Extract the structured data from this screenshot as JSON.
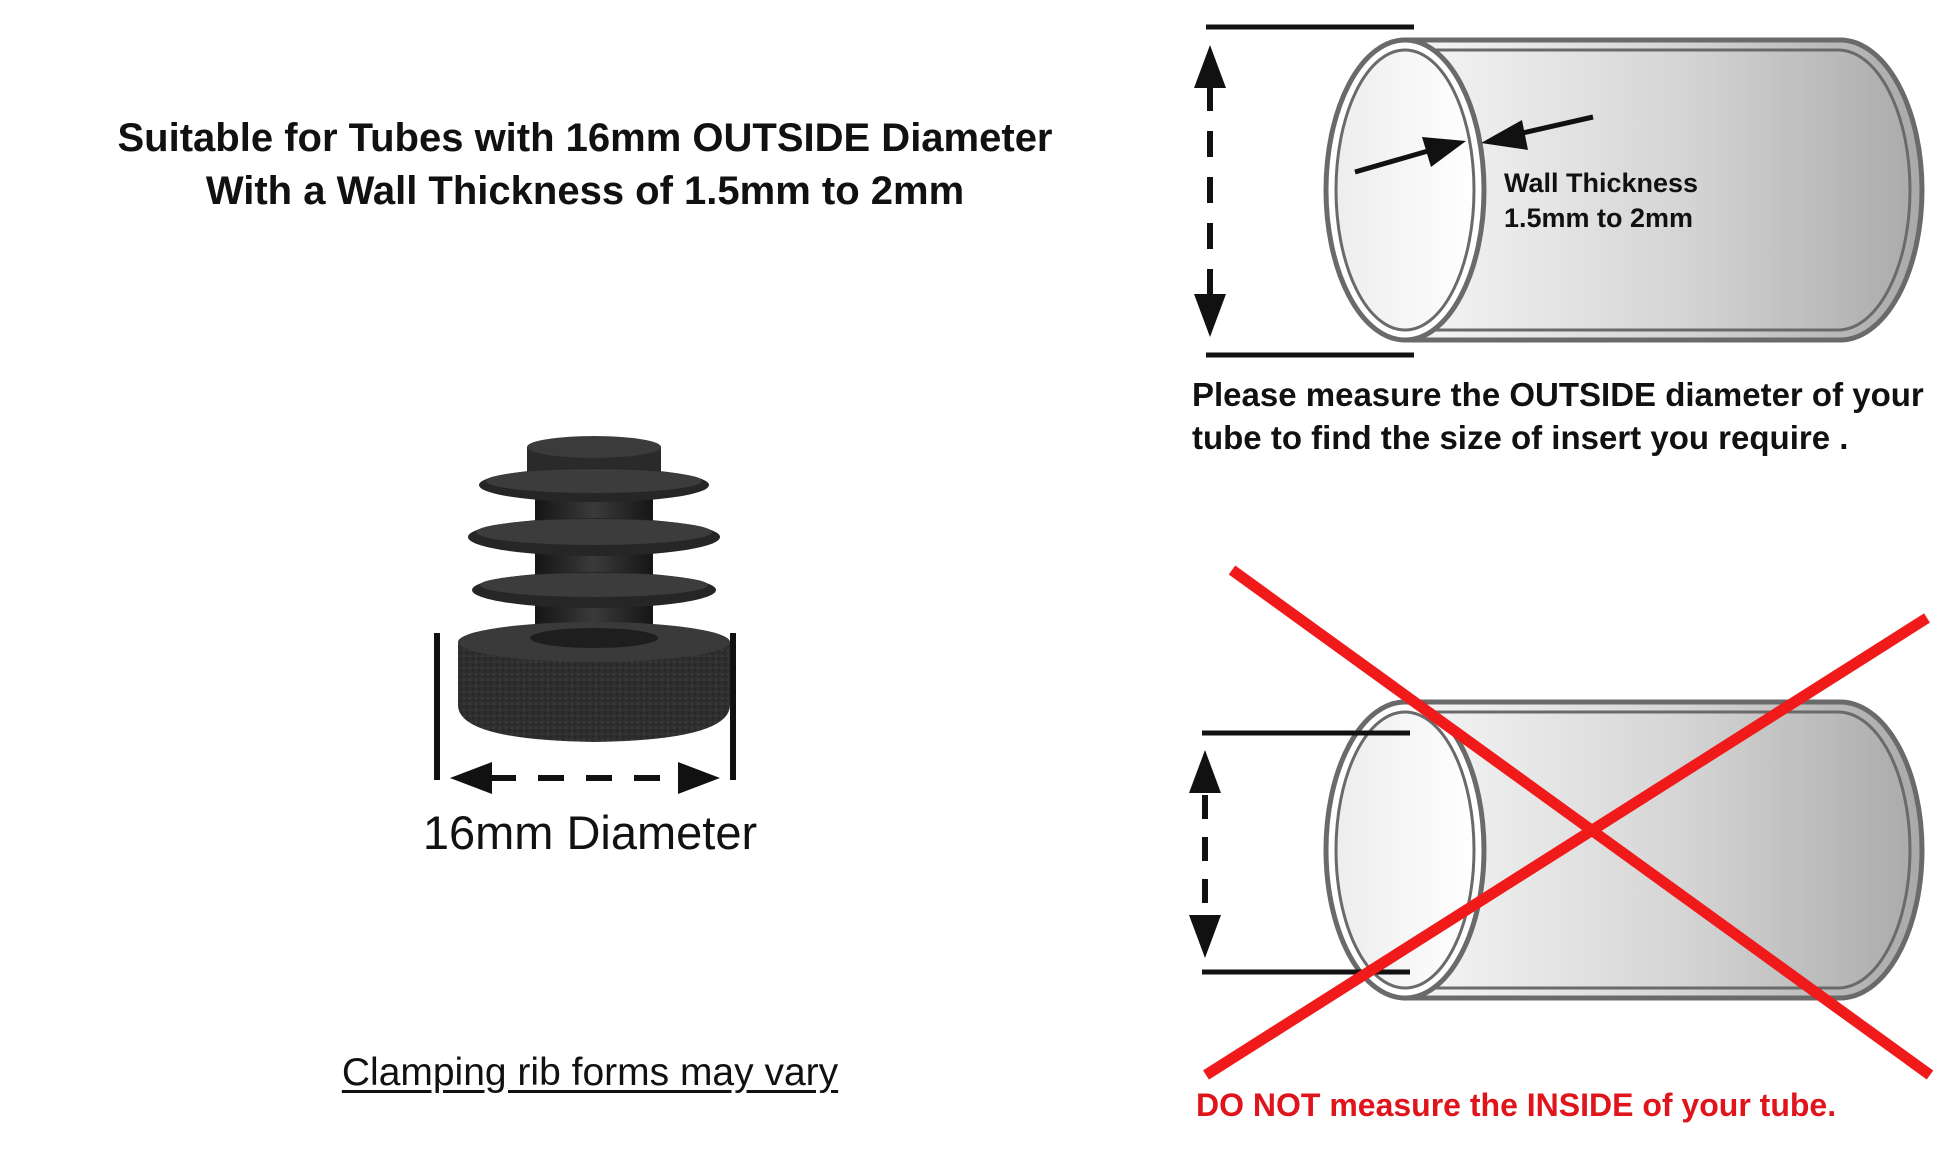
{
  "header": {
    "line1": "Suitable for Tubes with 16mm OUTSIDE Diameter",
    "line2": "With a Wall Thickness of 1.5mm to 2mm"
  },
  "insert": {
    "diameter_label": "16mm Diameter",
    "note": "Clamping rib forms may vary"
  },
  "correct_diagram": {
    "wall_label_line1": "Wall Thickness",
    "wall_label_line2": "1.5mm to 2mm",
    "instruction": "Please measure the OUTSIDE diameter of your tube to find the size of insert you require ."
  },
  "wrong_diagram": {
    "warning": "DO NOT measure the INSIDE of your tube."
  },
  "colors": {
    "text": "#111111",
    "warning_red": "#e0151c",
    "cross_red": "#f01a1a",
    "tube_outline": "#6a6a6a",
    "insert_body": "#2a2a2a"
  },
  "icons": [
    "insert-plug-icon",
    "tube-icon",
    "arrow-icon",
    "cross-icon"
  ]
}
